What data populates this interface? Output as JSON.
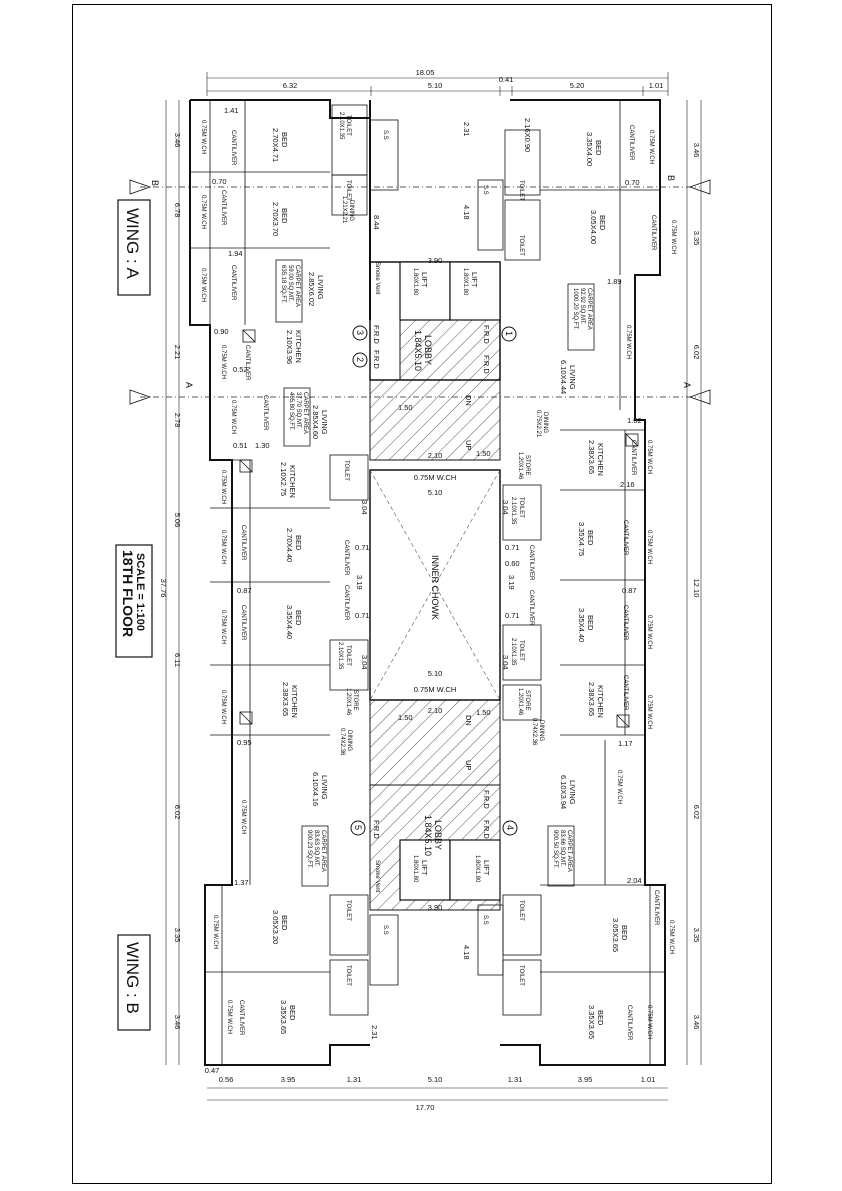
{
  "title": {
    "floor": "18TH FLOOR",
    "scale": "SCALE = 1:100"
  },
  "wings": {
    "a": "WING : A",
    "b": "WING : B"
  },
  "section_marks": {
    "a": "A",
    "b": "B"
  },
  "unit_numbers": [
    "1",
    "2",
    "3",
    "4",
    "5"
  ],
  "top_dims": {
    "overall": "18.05",
    "d1": "6.32",
    "d2": "5.10",
    "d3": "0.41",
    "d4": "5.20",
    "d5": "1.01"
  },
  "bottom_dims": {
    "overall": "17.70",
    "d1": "0.56",
    "d2": "3.95",
    "d3": "1.31",
    "d4": "5.10",
    "d5": "1.31",
    "d6": "3.95",
    "d7": "1.01",
    "d8": "0.47"
  },
  "left_dims": {
    "overall": "37.76",
    "d1": "3.46",
    "d2": "6.78",
    "d3": "2.21",
    "d4": "2.78",
    "d5": "5.06",
    "d6": "6.11",
    "d7": "6.02",
    "d8": "3.35",
    "d9": "3.46"
  },
  "right_dims": {
    "overall": "12.10",
    "d1": "3.46",
    "d2": "3.35",
    "d3": "6.02",
    "d4": "6.02",
    "d5": "3.35",
    "d6": "3.46"
  },
  "rooms": {
    "bed_a1": {
      "name": "BED",
      "size": "2.70X4.71"
    },
    "bed_a2": {
      "name": "BED",
      "size": "2.70X3.70"
    },
    "living_a": {
      "name": "LIVING",
      "size": "2.85X6.02"
    },
    "carpet_a": {
      "l1": "CARPET AREA",
      "l2": "59.00 SQ.MT.",
      "l3": "635.18 SQ.FT."
    },
    "dining_a": {
      "name": "DINING",
      "size": "1.21X2.21"
    },
    "kitchen_a": {
      "name": "KITCHEN",
      "size": "2.10X3.96"
    },
    "living_a2": {
      "name": "LIVING",
      "size": "2.85X4.60"
    },
    "carpet_a2": {
      "l1": "CARPET AREA",
      "l2": "37.70 SQ.MT.",
      "l3": "405.80 SQ.FT."
    },
    "kitchen_a2": {
      "name": "KITCHEN",
      "size": "2.10X2.75"
    },
    "bed_a3": {
      "name": "BED",
      "size": "2.70X4.40"
    },
    "bed_a4": {
      "name": "BED",
      "size": "3.35X4.40"
    },
    "kitchen_a3": {
      "name": "KITCHEN",
      "size": "2.38X3.65"
    },
    "dining_a3": {
      "name": "DINING",
      "size": "0.74X2.36"
    },
    "living_a3": {
      "name": "LIVING",
      "size": "6.10X4.16"
    },
    "carpet_a3": {
      "l1": "CARPET AREA",
      "l2": "83.63 SQ.MT.",
      "l3": "900.23 SQ.FT."
    },
    "bed_a5": {
      "name": "BED",
      "size": "3.05X3.20"
    },
    "bed_a6": {
      "name": "BED",
      "size": "3.35X3.65"
    },
    "bed_b1": {
      "name": "",
      "size": "2.16X0.90"
    },
    "bed_b2": {
      "name": "BED",
      "size": "3.35X4.00"
    },
    "bed_b3": {
      "name": "BED",
      "size": "3.05X4.00"
    },
    "carpet_b1": {
      "l1": "CARPET AREA",
      "l2": "92.92 SQ.MT.",
      "l3": "1000.20 SQ.FT."
    },
    "living_b1": {
      "name": "LIVING",
      "size": "6.10X4.44"
    },
    "dining_b1": {
      "name": "DINING",
      "size": "0.75X2.21"
    },
    "kitchen_b1": {
      "name": "KITCHEN",
      "size": "2.38X3.65"
    },
    "bed_b4": {
      "name": "BED",
      "size": "3.35X4.75"
    },
    "bed_b5": {
      "name": "BED",
      "size": "3.35X4.40"
    },
    "kitchen_b2": {
      "name": "KITCHEN",
      "size": "2.38X3.65"
    },
    "dining_b2": {
      "name": "DINING",
      "size": "0.74X2.36"
    },
    "living_b2": {
      "name": "LIVING",
      "size": "6.10X3.94"
    },
    "carpet_b2": {
      "l1": "CARPET AREA",
      "l2": "83.66 SQ.MT.",
      "l3": "900.50 SQ.FT."
    },
    "bed_b6": {
      "name": "BED",
      "size": "3.05X3.65"
    },
    "bed_b7": {
      "name": "BED",
      "size": "3.35X3.65"
    }
  },
  "core": {
    "lobby_top": {
      "name": "LOBBY",
      "size": "1.84X5.10"
    },
    "lobby_bottom": {
      "name": "LOBBY",
      "size": "1.84X5.10"
    },
    "lift1": "LIFT",
    "lift1_size": "1.80X1.80",
    "lift2": "LIFT",
    "lift2_size": "1.80X1.80",
    "lift3": "LIFT",
    "lift3_size": "1.80X1.80",
    "lift4": "LIFT",
    "lift4_size": "1.80X1.80",
    "inner_chowk": "INNER CHOWK",
    "frd": "F.R.D",
    "dn": "DN",
    "up": "UP",
    "smoke_vent": "Smoke Vent",
    "wch": "0.75M W.CH",
    "cantilever": "CANTILIVER",
    "toilet": "TOILET",
    "toilet_size": "2.10X1.35",
    "store": "STORE",
    "store_size": "1.20X1.46",
    "ss": "S.S",
    "chowk_w": "5.10",
    "stair_w": "2.10",
    "stair_d1": "1.50",
    "d390": "3.90",
    "d319": "3.19",
    "d304": "3.04",
    "d071": "0.71",
    "d060": "0.60",
    "d087": "0.87",
    "d095": "0.95",
    "d137": "1.37",
    "d204": "2.04",
    "d117": "1.17",
    "d141": "1.41",
    "d070": "0.70",
    "d194": "1.94",
    "d090": "0.90",
    "d052": "0.52",
    "d051": "0.51",
    "d130": "1.30",
    "d189": "1.89",
    "d102": "1.02",
    "d216": "2.16",
    "d418": "4.18",
    "d231": "2.31",
    "d844": "8.44"
  }
}
